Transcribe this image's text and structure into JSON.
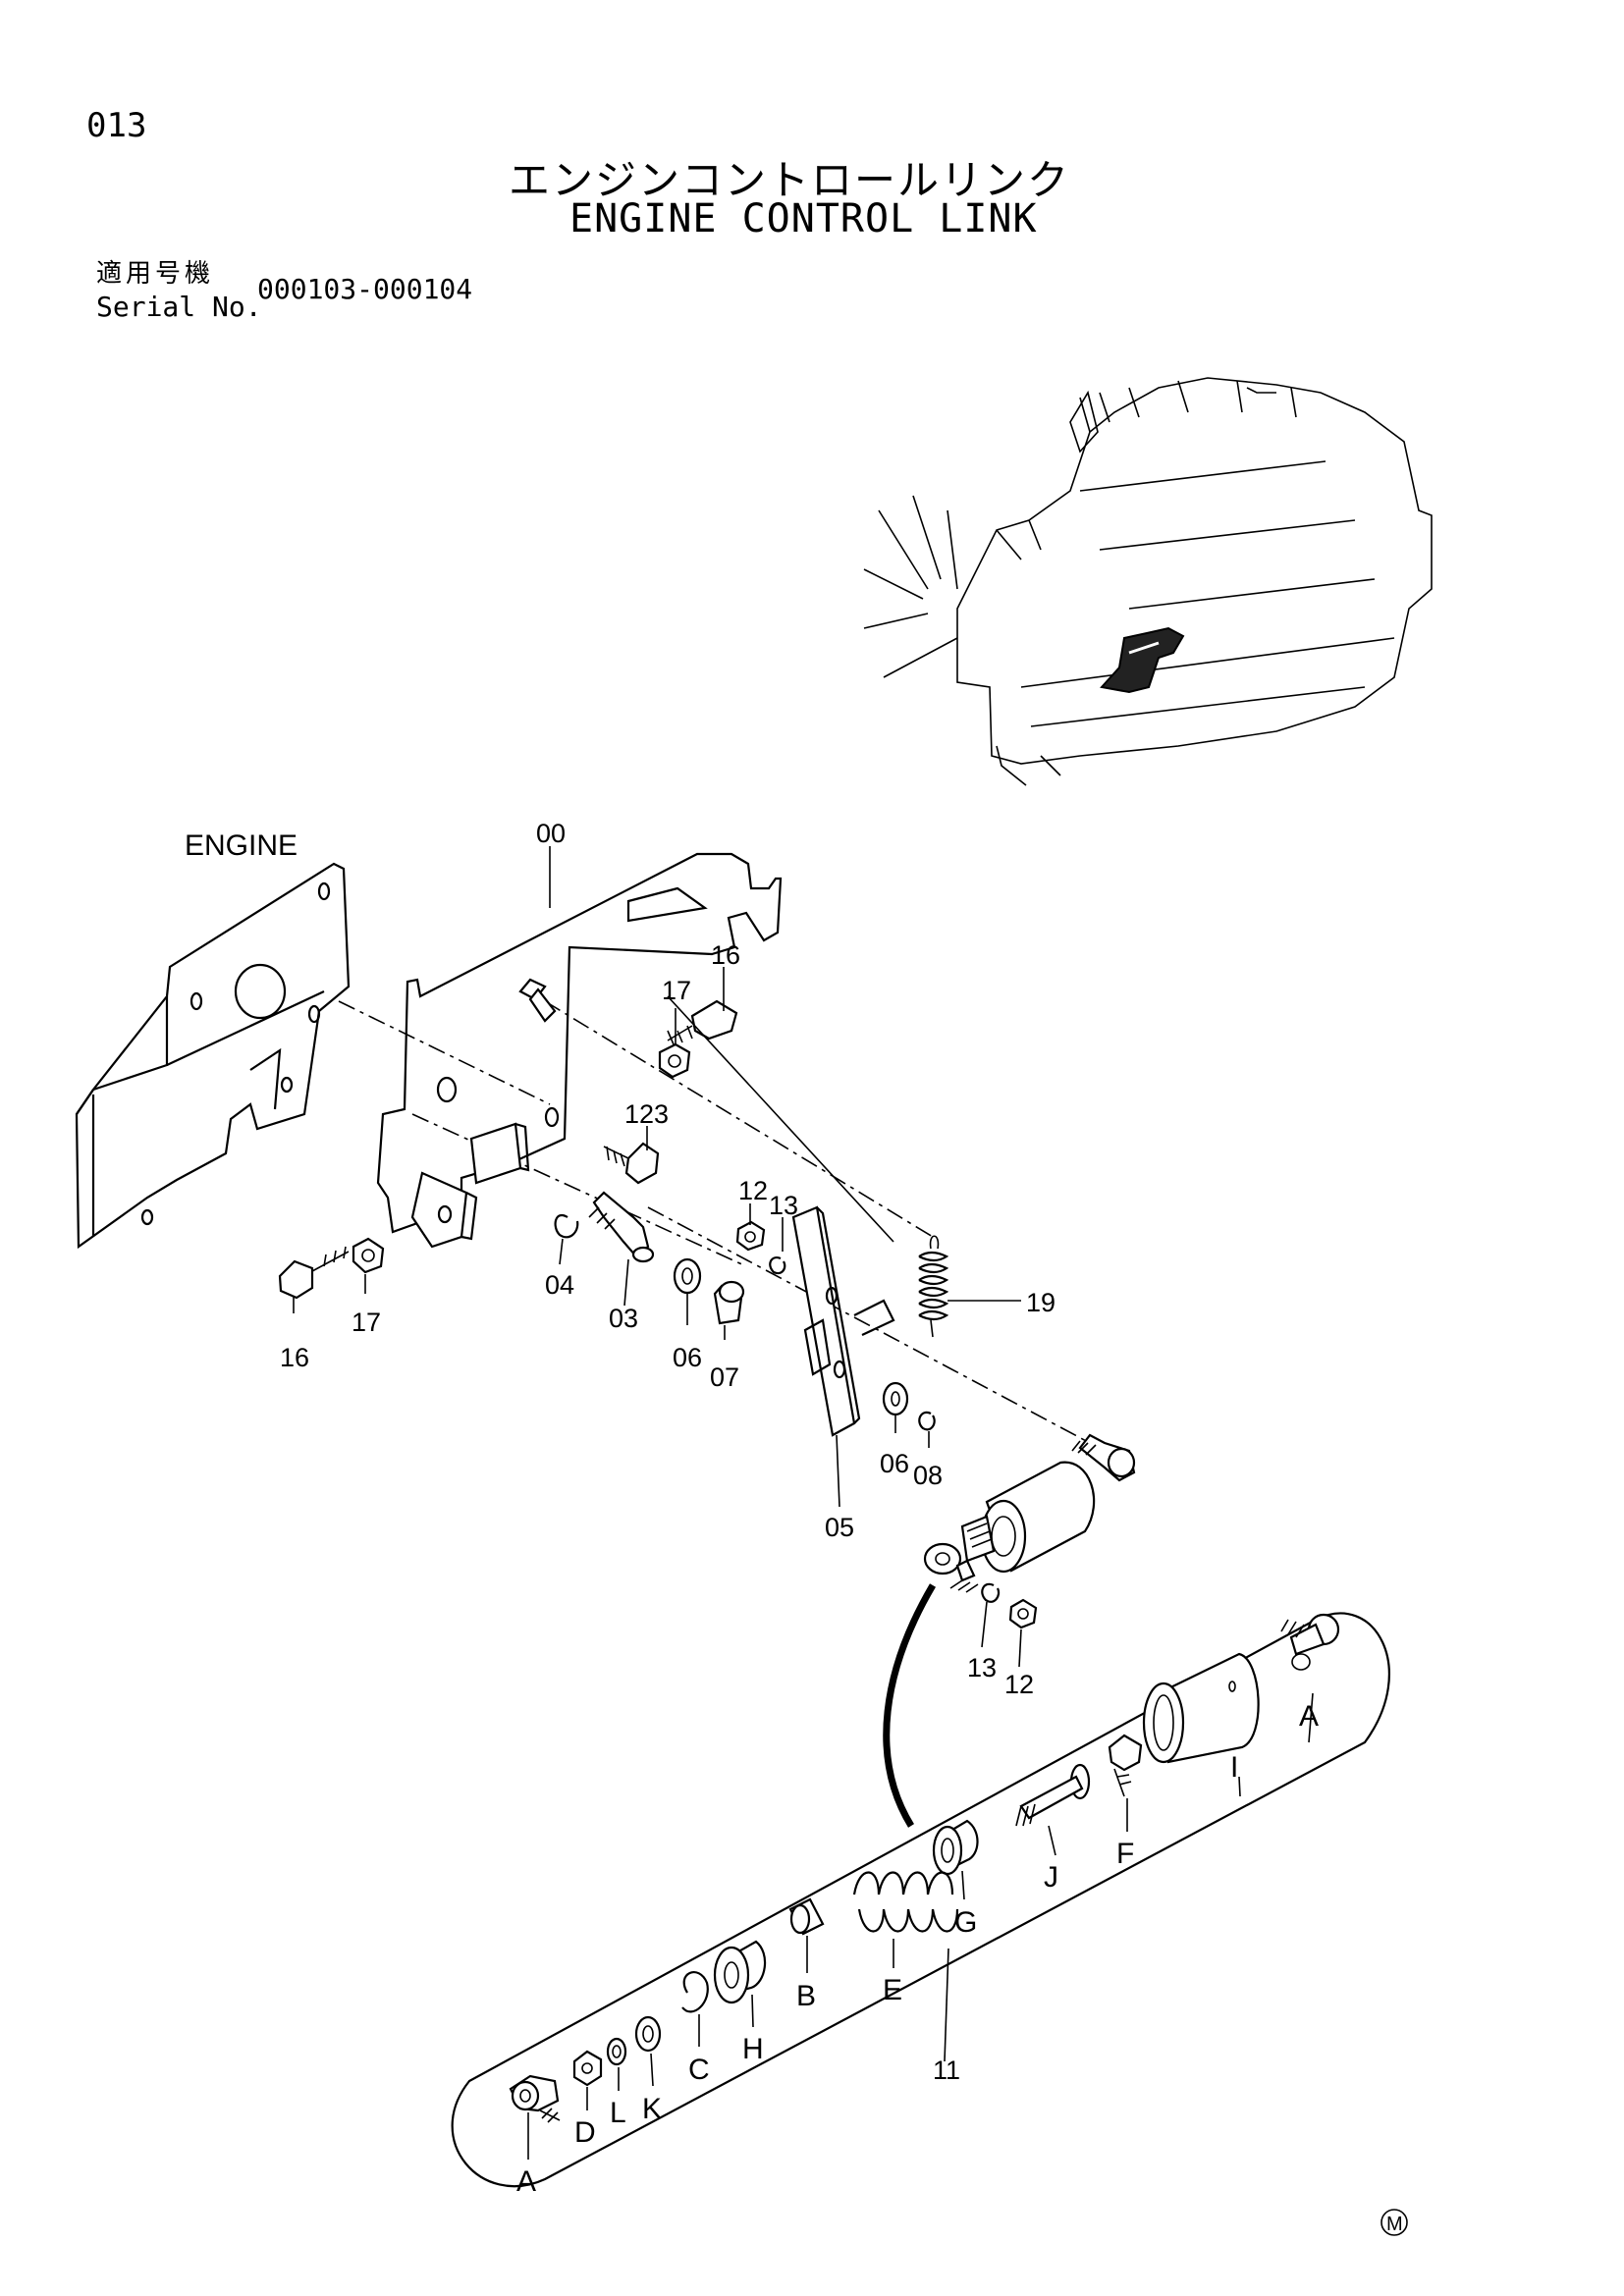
{
  "header": {
    "page_number": "013",
    "title_jp": "エンジンコントロールリンク",
    "title_en": "ENGINE CONTROL LINK",
    "serial_label_jp": "適用号機",
    "serial_label_en": "Serial No.",
    "serial_value": "000103-000104"
  },
  "diagram": {
    "engine_label": "ENGINE",
    "callouts": {
      "c00": "00",
      "c16a": "16",
      "c17a": "17",
      "c123": "123",
      "c12a": "12",
      "c13a": "13",
      "c19": "19",
      "c16b": "16",
      "c17b": "17",
      "c04": "04",
      "c03": "03",
      "c06a": "06",
      "c07": "07",
      "c06b": "06",
      "c08": "08",
      "c05": "05",
      "c13b": "13",
      "c12b": "12",
      "c11": "11"
    },
    "sub_parts": {
      "A1": "A",
      "A2": "A",
      "B": "B",
      "C": "C",
      "D": "D",
      "E": "E",
      "F": "F",
      "G": "G",
      "H": "H",
      "I": "I",
      "J": "J",
      "K": "K",
      "L": "L"
    }
  },
  "footer": {
    "mark": "M"
  }
}
